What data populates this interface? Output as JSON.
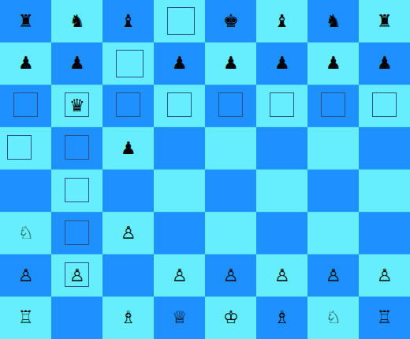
{
  "diagram": {
    "labels": [
      "♜",
      "♞",
      "♝",
      "♚",
      "♝",
      "♞",
      "♜",
      "♟",
      "♟",
      "♟",
      "♟",
      "♟",
      "♟",
      "♟",
      "♛",
      "♟",
      "♘",
      "♙",
      "♙",
      "♙",
      "♙",
      "♙",
      "♙",
      "♙",
      "♙",
      "♖",
      "♗",
      "♕",
      "♔",
      "♗",
      "♘",
      "♖"
    ]
  }
}
